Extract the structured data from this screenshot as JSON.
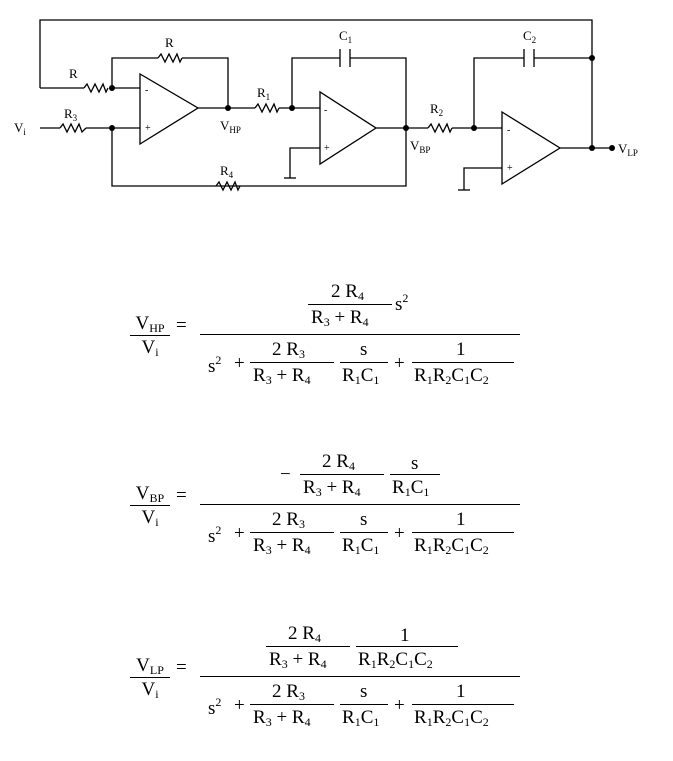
{
  "circuit": {
    "resistor_labels": {
      "r": "R",
      "r_in": "R",
      "r1": "R",
      "r2": "R",
      "r3": "R",
      "r4": "R",
      "r1_sub": "1",
      "r2_sub": "2",
      "r3_sub": "3",
      "r4_sub": "4"
    },
    "capacitor_labels": {
      "c1": "C",
      "c1_sub": "1",
      "c2": "C",
      "c2_sub": "2"
    },
    "node_labels": {
      "vi": "V",
      "vi_sub": "i",
      "vhp": "V",
      "vhp_sub": "HP",
      "vbp": "V",
      "vbp_sub": "BP",
      "vlp": "V",
      "vlp_sub": "LP"
    },
    "amp_pins": {
      "minus": "-",
      "plus": "+"
    }
  },
  "equations": {
    "common_denominator": {
      "s": "s",
      "sq": "2",
      "plus": "+",
      "two_r3": "2 R",
      "two_r3_sub": "3",
      "r3_plus_r4": "R",
      "r3_sub": "3",
      "plus_r4": " + R",
      "r4_sub": "4",
      "s_num": "s",
      "r1c1": "R",
      "r1c1_r_sub": "1",
      "r1c1_c": "C",
      "r1c1_c_sub": "1",
      "one": "1",
      "r1r2c1c2_r": "R",
      "r1r2c1c2_r1_sub": "1",
      "r1r2c1c2_r2": "R",
      "r1r2c1c2_r2_sub": "2",
      "r1r2c1c2_c1": "C",
      "r1r2c1c2_c1_sub": "1",
      "r1r2c1c2_c2": "C",
      "r1r2c1c2_c2_sub": "2"
    },
    "hp": {
      "lhs_num": "V",
      "lhs_num_sub": "HP",
      "lhs_den": "V",
      "lhs_den_sub": "i",
      "equals": "=",
      "two_r4": "2 R",
      "two_r4_sub": "4",
      "s": "s",
      "sq": "2"
    },
    "bp": {
      "lhs_num": "V",
      "lhs_num_sub": "BP",
      "lhs_den": "V",
      "lhs_den_sub": "i",
      "equals": "=",
      "minus": "−",
      "two_r4": "2 R",
      "two_r4_sub": "4",
      "s": "s"
    },
    "lp": {
      "lhs_num": "V",
      "lhs_num_sub": "LP",
      "lhs_den": "V",
      "lhs_den_sub": "i",
      "equals": "=",
      "two_r4": "2 R",
      "two_r4_sub": "4",
      "one": "1"
    }
  }
}
